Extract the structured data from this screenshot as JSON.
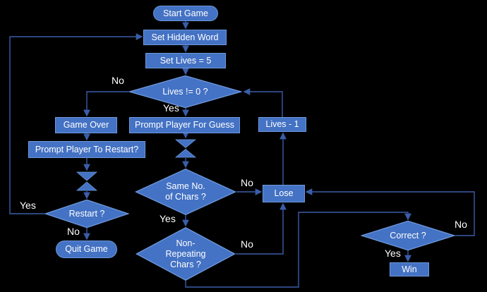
{
  "diagram": {
    "type": "flowchart",
    "background": "#000000",
    "colors": {
      "shape_fill": "#4472C4",
      "shape_border": "#6E99DC",
      "connector": "#3A5DA8",
      "label_text": "#FFFFFF"
    },
    "nodes": {
      "start": {
        "label": "Start Game",
        "shape": "terminator"
      },
      "set_hidden_word": {
        "label": "Set Hidden Word",
        "shape": "process"
      },
      "set_lives": {
        "label": "Set Lives = 5",
        "shape": "process"
      },
      "lives_check": {
        "label": "Lives != 0 ?",
        "shape": "decision"
      },
      "game_over": {
        "label": "Game Over",
        "shape": "process"
      },
      "prompt_guess": {
        "label": "Prompt Player For Guess",
        "shape": "process"
      },
      "lives_minus": {
        "label": "Lives - 1",
        "shape": "process"
      },
      "prompt_restart": {
        "label": "Prompt Player To Restart?",
        "shape": "process"
      },
      "same_chars": {
        "label": "Same No.\nof Chars ?",
        "shape": "decision"
      },
      "lose": {
        "label": "Lose",
        "shape": "process"
      },
      "restart": {
        "label": "Restart ?",
        "shape": "decision"
      },
      "quit": {
        "label": "Quit Game",
        "shape": "terminator"
      },
      "non_repeating": {
        "label": "Non-\nRepeating\nChars ?",
        "shape": "decision"
      },
      "correct": {
        "label": "Correct ?",
        "shape": "decision"
      },
      "win": {
        "label": "Win",
        "shape": "process"
      }
    },
    "edge_labels": {
      "lives_no": "No",
      "lives_yes": "Yes",
      "same_no": "No",
      "same_yes": "Yes",
      "non_repeating_no": "No",
      "restart_yes": "Yes",
      "restart_no": "No",
      "correct_no": "No",
      "correct_yes": "Yes"
    }
  }
}
